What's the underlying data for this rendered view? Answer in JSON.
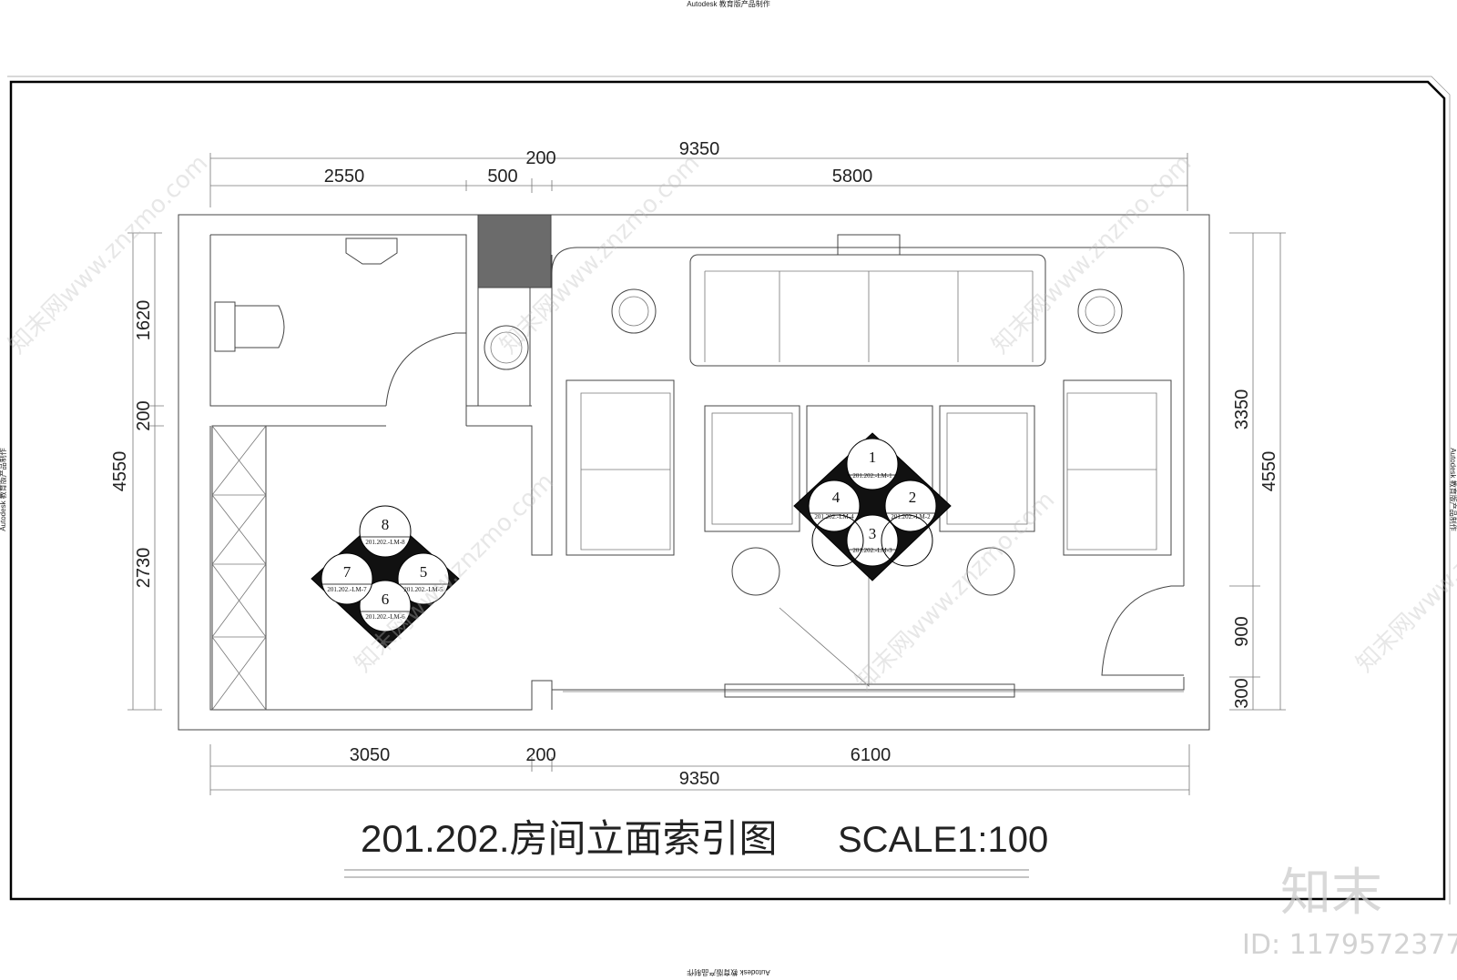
{
  "drawing": {
    "title": "201.202.房间立面索引图",
    "scale": "SCALE1:100",
    "top_dims": {
      "overall": "9350",
      "seg1": "2550",
      "seg2": "500",
      "seg3": "200",
      "seg4": "5800"
    },
    "bottom_dims": {
      "seg1": "3050",
      "seg2": "200",
      "seg3": "6100",
      "overall": "9350"
    },
    "left_dims": {
      "overall": "4550",
      "seg1": "1620",
      "seg2": "200",
      "seg3": "2730"
    },
    "right_dims": {
      "overall": "4550",
      "seg1": "3350",
      "seg2": "900",
      "seg3": "300"
    },
    "index_left": {
      "n_top": "8",
      "n_right": "5",
      "n_bottom": "6",
      "n_left": "7",
      "r_top": "201.202.-LM-8",
      "r_right": "201.202.-LM-5",
      "r_bottom": "201.202.-LM-6",
      "r_left": "201.202.-LM-7"
    },
    "index_right": {
      "n_top": "1",
      "n_right": "2",
      "n_bottom": "3",
      "n_left": "4",
      "r_top": "201.202.-LM-1",
      "r_right": "201.202.-LM-2",
      "r_bottom": "201.202.-LM-3",
      "r_left": "201.202.-LM-4"
    }
  },
  "frame_labels": {
    "top": "Autodesk 教育版产品制作",
    "bottom": "Autodesk 教育版产品制作",
    "left": "Autodesk 教育版产品制作",
    "right": "Autodesk 教育版产品制作"
  },
  "watermark": {
    "text": "知末网www.znzmo.com",
    "logo": "知末",
    "id": "ID: 1179572377"
  }
}
